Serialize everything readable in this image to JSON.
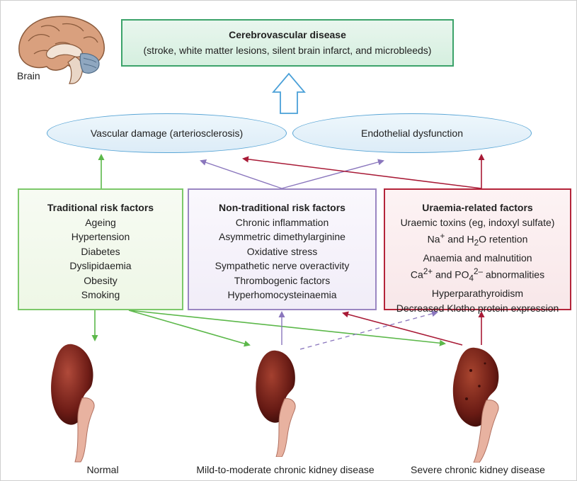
{
  "brain": {
    "label": "Brain"
  },
  "outcome": {
    "title": "Cerebrovascular disease",
    "subtitle": "(stroke, white matter lesions, silent brain infarct, and microbleeds)"
  },
  "mechanisms": {
    "vascular": "Vascular damage (arteriosclerosis)",
    "endothelial": "Endothelial dysfunction"
  },
  "traditional": {
    "heading": "Traditional risk factors",
    "items": [
      "Ageing",
      "Hypertension",
      "Diabetes",
      "Dyslipidaemia",
      "Obesity",
      "Smoking"
    ]
  },
  "nontraditional": {
    "heading": "Non-traditional risk factors",
    "items": [
      "Chronic inflammation",
      "Asymmetric dimethylarginine",
      "Oxidative stress",
      "Sympathetic nerve overactivity",
      "Thrombogenic factors",
      "Hyperhomocysteinaemia"
    ]
  },
  "uraemia": {
    "heading": "Uraemia-related factors",
    "items": {
      "toxins": "Uraemic toxins (eg, indoxyl sulfate)",
      "na_pre": "Na",
      "na_sup": "+",
      "na_mid": " and H",
      "na_sub": "2",
      "na_post": "O retention",
      "anaemia": "Anaemia and malnutition",
      "ca_pre": "Ca",
      "ca_sup": "2+",
      "ca_mid": " and PO",
      "ca_sub": "4",
      "ca_sup2": "2–",
      "ca_post": " abnormalities",
      "hpt": "Hyperparathyroidism",
      "klotho": "Decreased Klotho protein expression"
    }
  },
  "stages": {
    "normal": "Normal",
    "mild": "Mild-to-moderate chronic kidney disease",
    "severe": "Severe chronic kidney disease"
  },
  "colors": {
    "green": "#5cb84a",
    "purple": "#8a76bd",
    "red": "#a81a36",
    "blue": "#4aa0d8",
    "box_green": "#3ca36a"
  },
  "icons": [
    "brain-illustration",
    "kidney-illustration"
  ]
}
